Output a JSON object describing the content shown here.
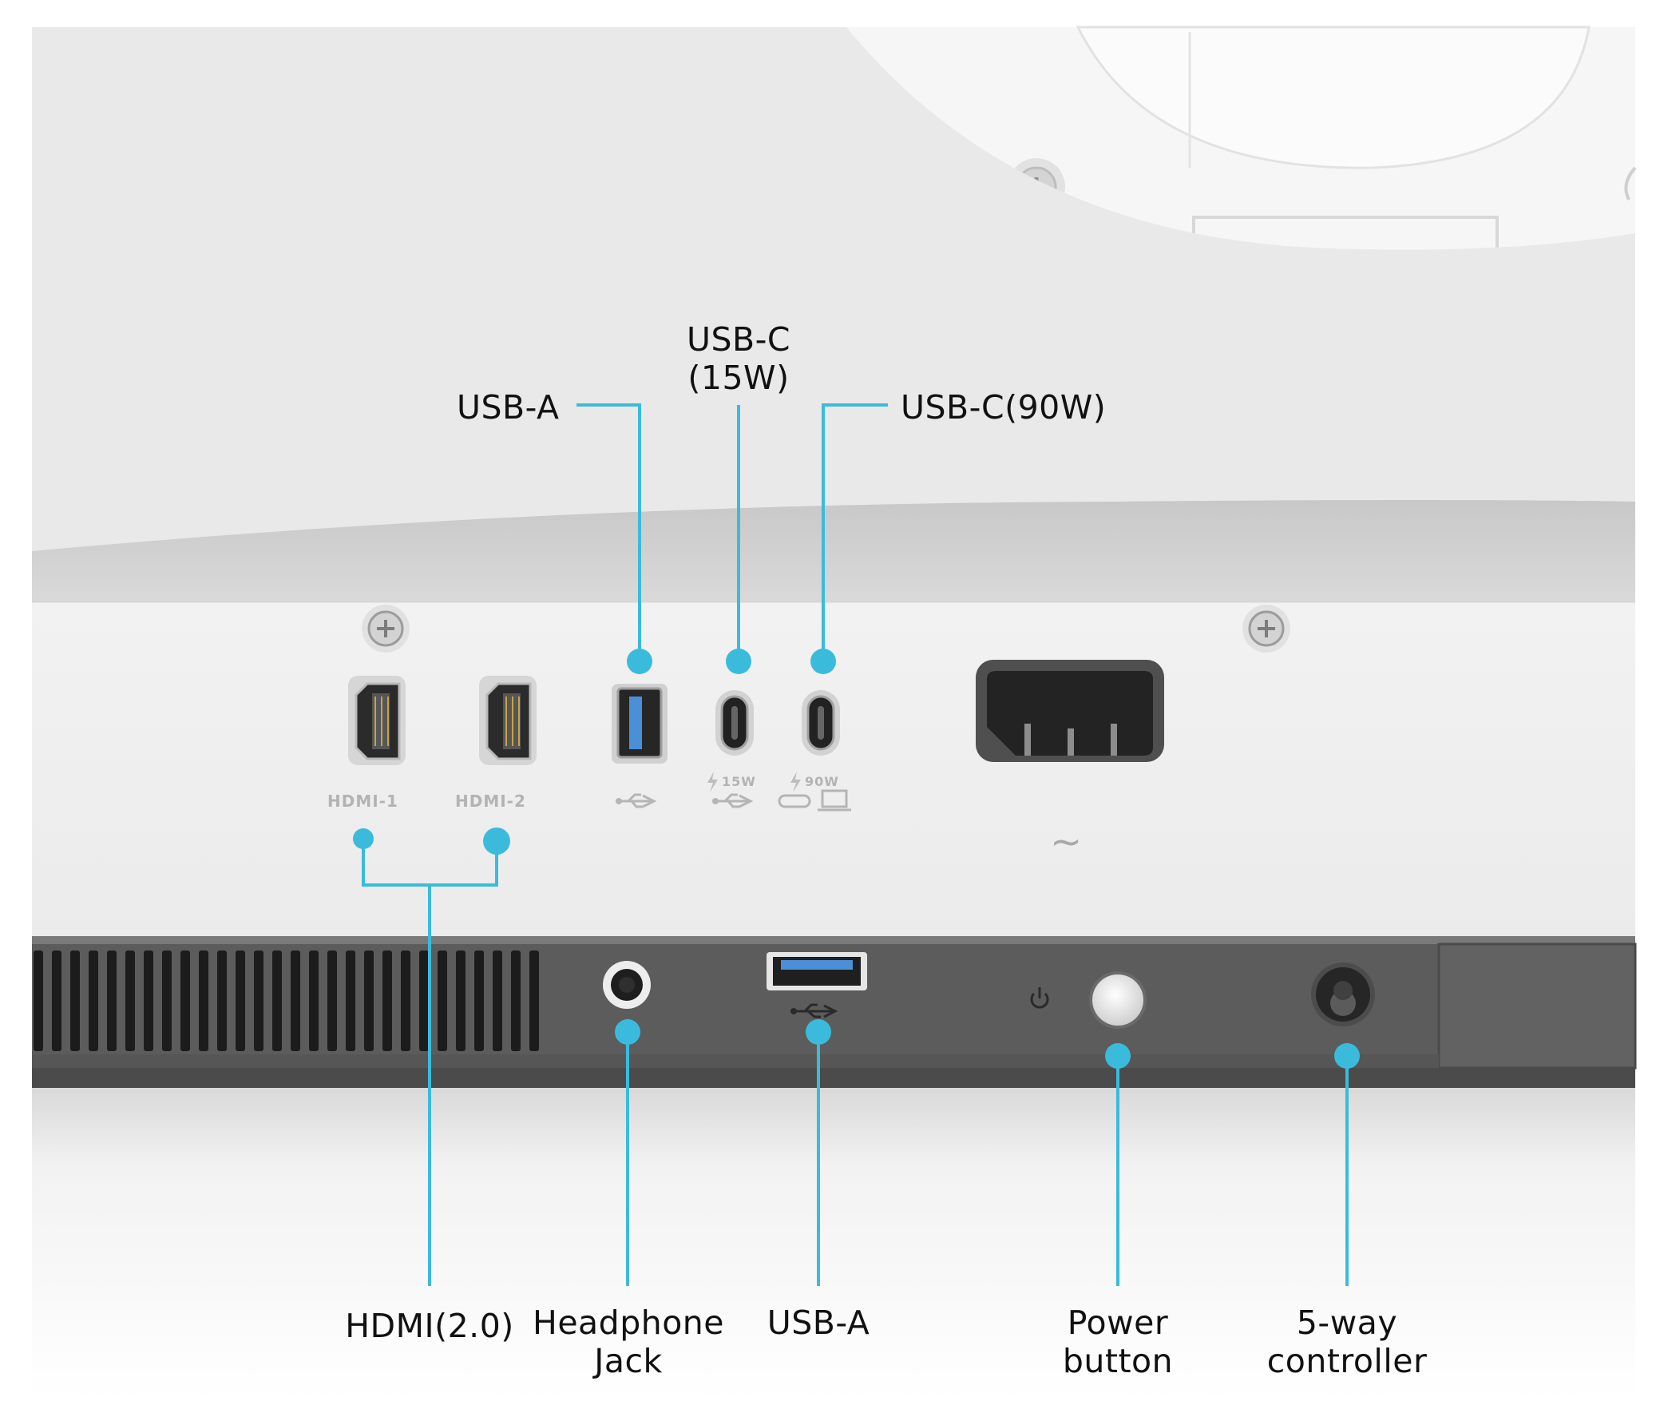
{
  "colors": {
    "accent": "#3bbbdc",
    "panel": "#efefef",
    "chassis_dark": "#5a5a5a"
  },
  "callouts": {
    "top_usb_a": "USB-A",
    "usb_c_15w_line1": "USB-C",
    "usb_c_15w_line2": "(15W)",
    "usb_c_90w": "USB-C(90W)",
    "hdmi": "HDMI(2.0)",
    "headphone_line1": "Headphone",
    "headphone_line2": "Jack",
    "bottom_usb_a": "USB-A",
    "power_line1": "Power",
    "power_line2": "button",
    "controller_line1": "5-way",
    "controller_line2": "controller"
  },
  "port_labels": {
    "hdmi1": "HDMI-1",
    "hdmi2": "HDMI-2",
    "usb_c_15w_rating": "15W",
    "usb_c_90w_rating": "90W",
    "ac_symbol": "~"
  },
  "icons": {
    "usb": "usb-trident-icon",
    "bolt": "bolt-icon",
    "laptop": "laptop-icon",
    "usb_c": "usb-c-oval-icon",
    "power": "power-icon",
    "screw": "screw-icon"
  }
}
